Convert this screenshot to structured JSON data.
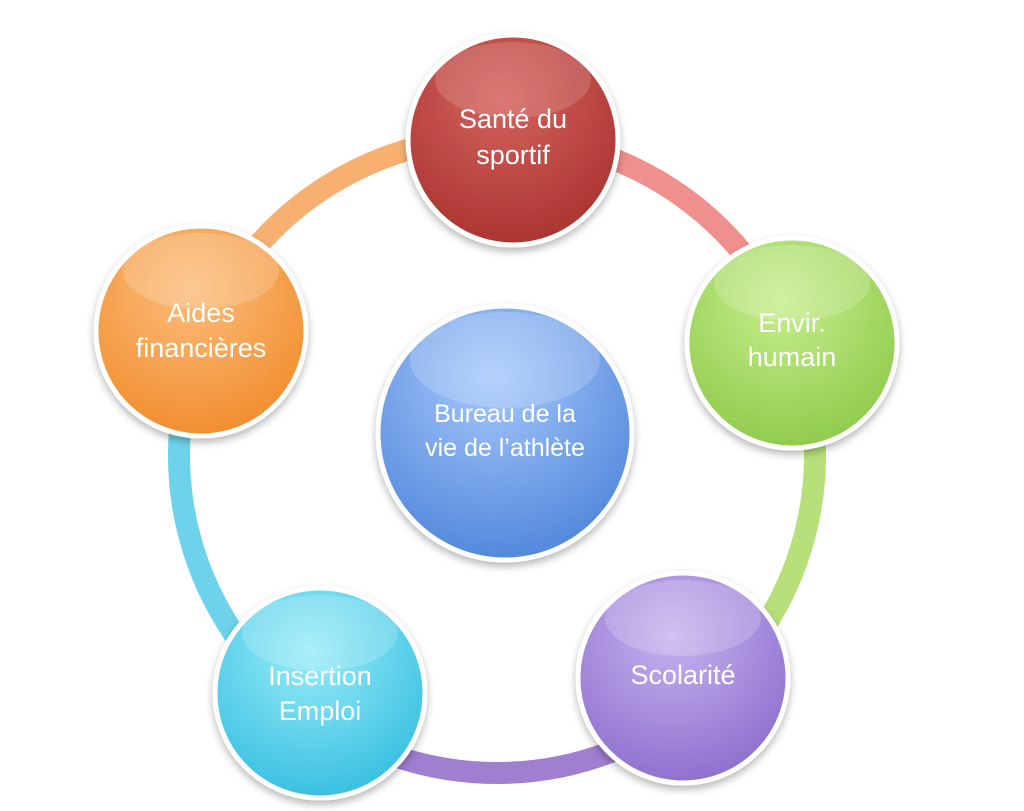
{
  "center": {
    "line1": "Bureau de la",
    "line2": "vie de l’athlète",
    "color": "#5f95e3"
  },
  "nodes": [
    {
      "id": "sante",
      "line1": "Santé du",
      "line2": "sportif",
      "color": "#c0403c"
    },
    {
      "id": "envir",
      "line1": "Envir.",
      "line2": "humain",
      "color": "#9fd65a"
    },
    {
      "id": "scolarite",
      "line1": "Scolarité",
      "line2": "",
      "color": "#9b7ed6"
    },
    {
      "id": "insertion",
      "line1": "Insertion",
      "line2": "Emploi",
      "color": "#3fc6e4"
    },
    {
      "id": "aides",
      "line1": "Aides",
      "line2": "financières",
      "color": "#f69a3c"
    }
  ],
  "connectors": [
    {
      "from": "sante",
      "to": "envir",
      "color": "#f0908c"
    },
    {
      "from": "envir",
      "to": "scolarite",
      "color": "#b8e07a"
    },
    {
      "from": "scolarite",
      "to": "insertion",
      "color": "#a07ed0"
    },
    {
      "from": "insertion",
      "to": "aides",
      "color": "#6dd3ea"
    },
    {
      "from": "aides",
      "to": "sante",
      "color": "#f8b070"
    }
  ]
}
